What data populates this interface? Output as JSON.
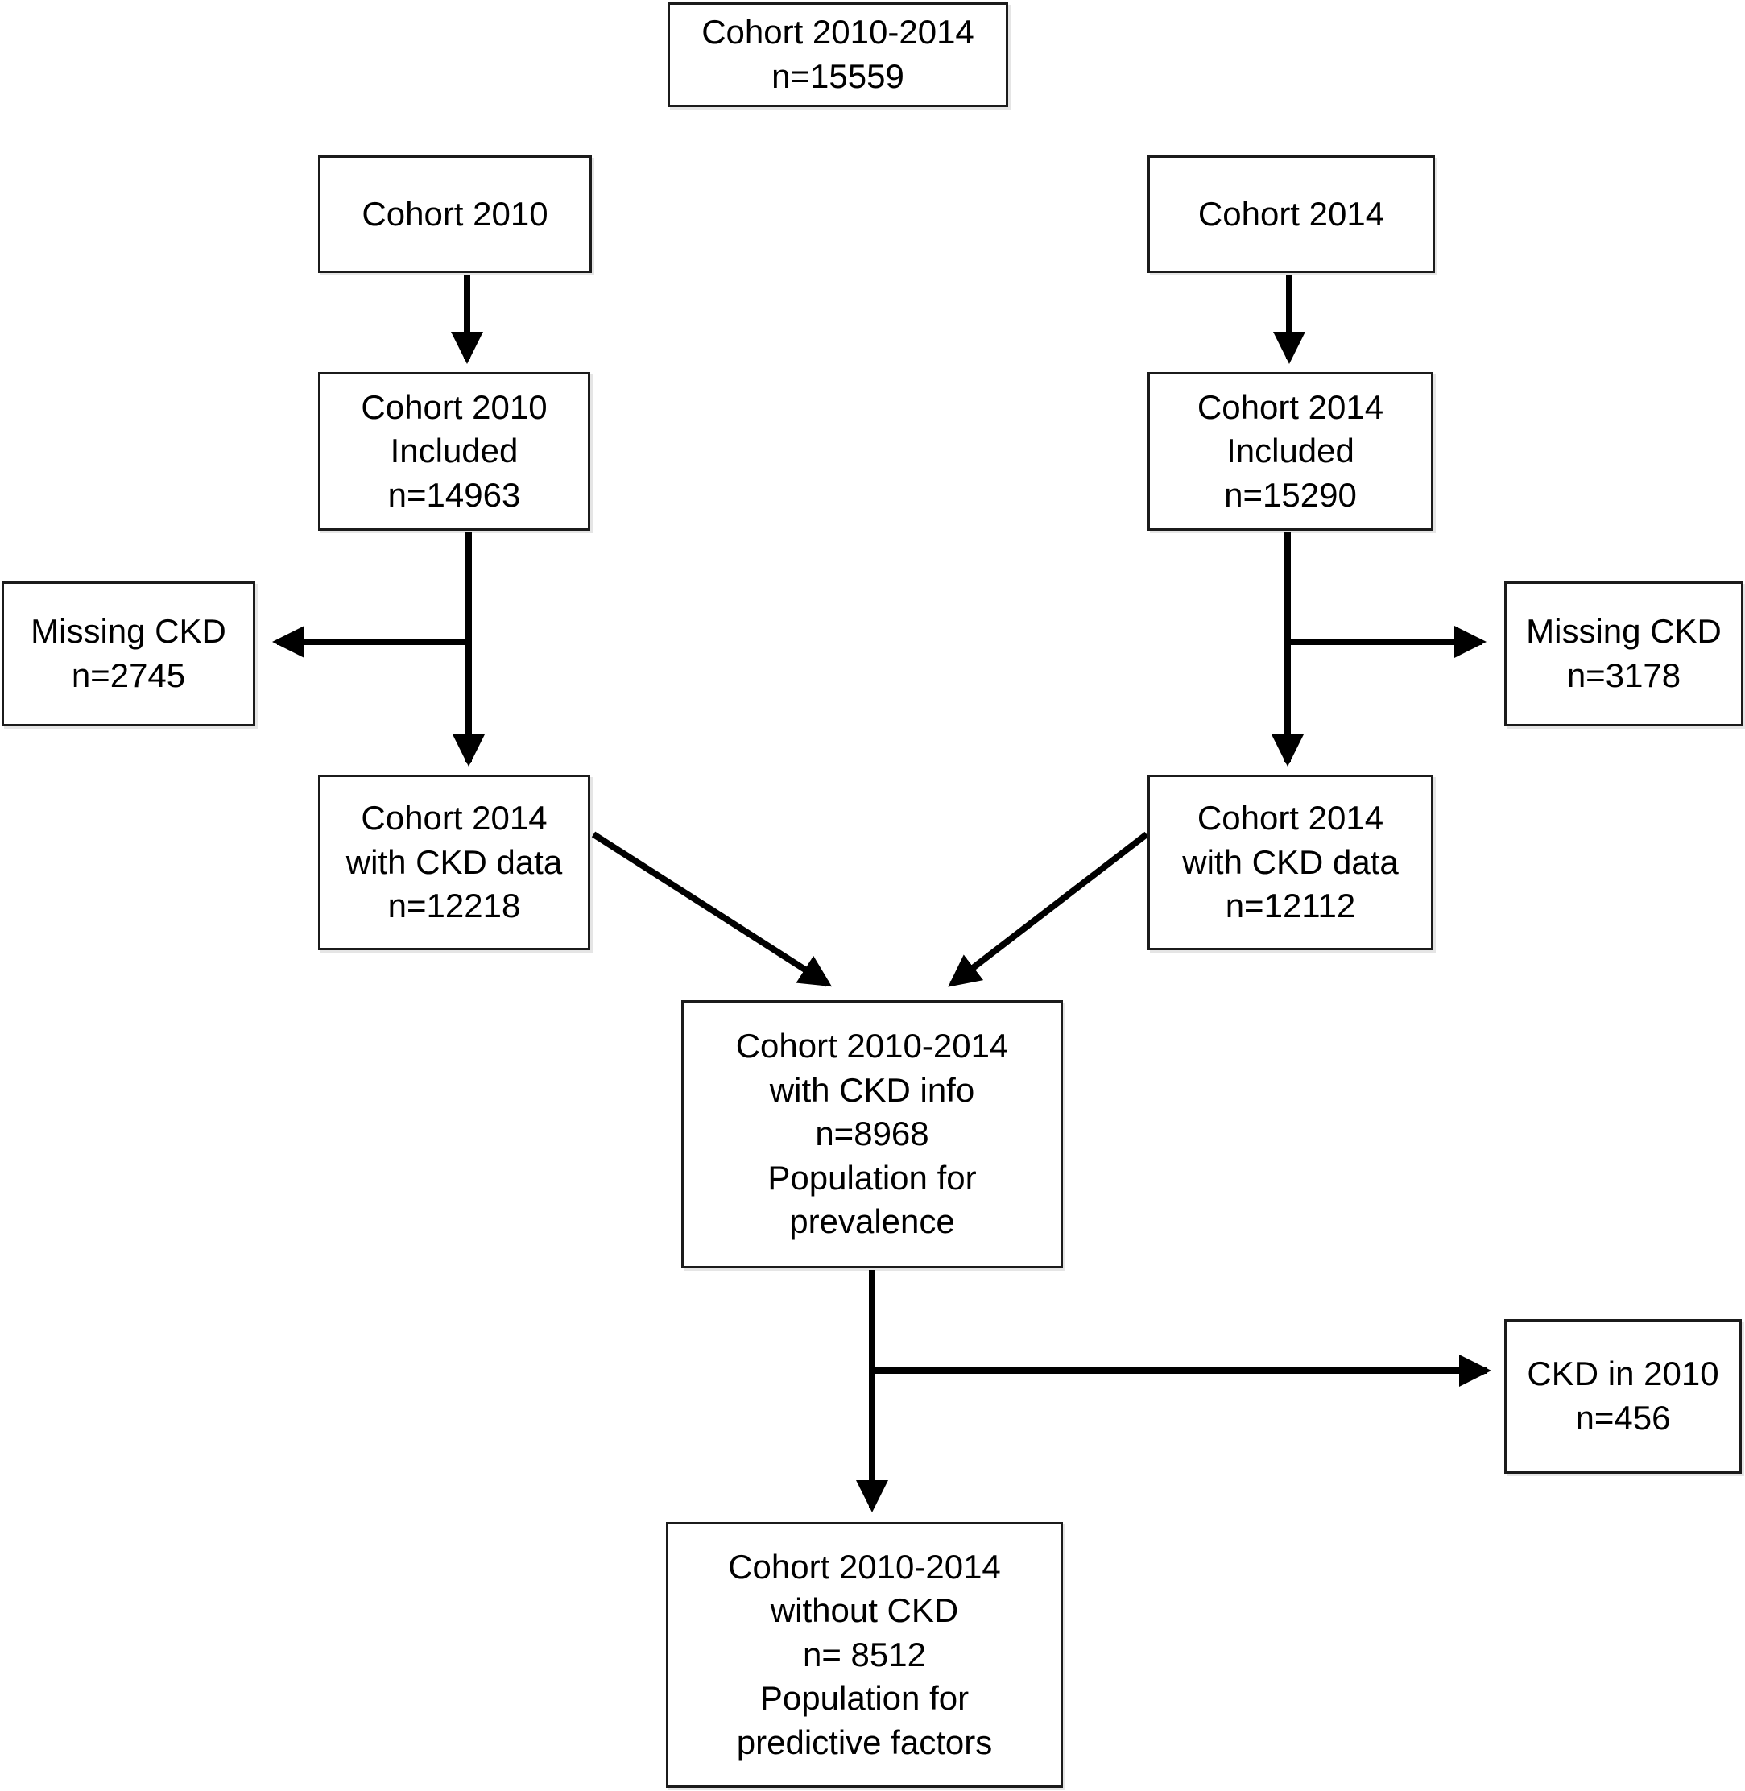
{
  "figure": {
    "type": "flowchart"
  },
  "boxes": {
    "cohort_2010_2014_total": {
      "text": "Cohort 2010-2014\nn=15559"
    },
    "cohort_2010": {
      "text": "Cohort 2010"
    },
    "cohort_2014": {
      "text": "Cohort 2014"
    },
    "cohort_2010_included": {
      "text": "Cohort 2010\nIncluded\nn=14963"
    },
    "cohort_2014_included": {
      "text": "Cohort 2014\nIncluded\nn=15290"
    },
    "missing_ckd_left": {
      "text": "Missing CKD\nn=2745"
    },
    "missing_ckd_right": {
      "text": "Missing CKD\nn=3178"
    },
    "left_with_ckd_data": {
      "text": "Cohort 2014\nwith CKD data\nn=12218"
    },
    "right_with_ckd_data": {
      "text": "Cohort 2014\nwith CKD data\nn=12112"
    },
    "cohort_with_ckd_info": {
      "text": "Cohort 2010-2014\nwith CKD info\nn=8968\nPopulation for\nprevalence"
    },
    "ckd_in_2010": {
      "text": "CKD in 2010\nn=456"
    },
    "cohort_without_ckd": {
      "text": "Cohort 2010-2014\nwithout CKD\nn= 8512\nPopulation for\npredictive factors"
    }
  },
  "colors": {
    "background": "#ffffff",
    "box_border": "#1b1b1b",
    "arrow": "#000000",
    "text": "#000000"
  }
}
